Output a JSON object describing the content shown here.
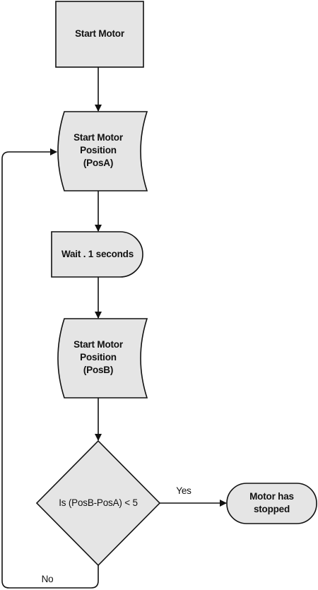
{
  "nodes": {
    "start_motor": "Start Motor",
    "pos_a": "Start Motor\nPosition\n(PosA)",
    "wait": "Wait . 1 seconds",
    "pos_b": "Start Motor\nPosition\n(PosB)",
    "decision": "Is (PosB-PosA) < 5",
    "stopped": "Motor has\nstopped"
  },
  "edges": {
    "yes": "Yes",
    "no": "No"
  },
  "colors": {
    "shape_fill": "#e5e5e5",
    "stroke": "#111111"
  }
}
